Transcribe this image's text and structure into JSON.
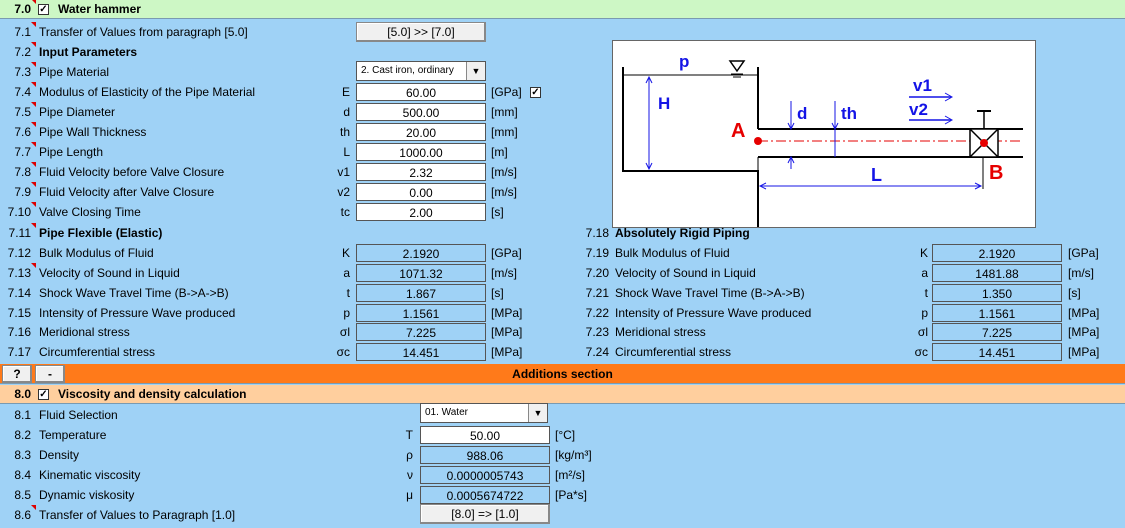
{
  "s7": {
    "num": "7.0",
    "title": "Water hammer",
    "transfer": {
      "num": "7.1",
      "label": "Transfer of Values from paragraph [5.0]",
      "button": "[5.0] >> [7.0]"
    },
    "input_head": {
      "num": "7.2",
      "label": "Input Parameters"
    },
    "rows": [
      {
        "num": "7.3",
        "label": "Pipe Material",
        "sym": "",
        "value": "2. Cast iron, ordinary",
        "unit": ""
      },
      {
        "num": "7.4",
        "label": "Modulus of Elasticity of the Pipe Material",
        "sym": "E",
        "value": "60.00",
        "unit": "[GPa]"
      },
      {
        "num": "7.5",
        "label": "Pipe Diameter",
        "sym": "d",
        "value": "500.00",
        "unit": "[mm]"
      },
      {
        "num": "7.6",
        "label": "Pipe Wall Thickness",
        "sym": "th",
        "value": "20.00",
        "unit": "[mm]"
      },
      {
        "num": "7.7",
        "label": "Pipe Length",
        "sym": "L",
        "value": "1000.00",
        "unit": "[m]"
      },
      {
        "num": "7.8",
        "label": "Fluid Velocity before Valve Closure",
        "sym": "v1",
        "value": "2.32",
        "unit": "[m/s]"
      },
      {
        "num": "7.9",
        "label": "Fluid Velocity after Valve Closure",
        "sym": "v2",
        "value": "0.00",
        "unit": "[m/s]"
      },
      {
        "num": "7.10",
        "label": "Valve Closing Time",
        "sym": "tc",
        "value": "2.00",
        "unit": "[s]"
      }
    ],
    "flex_head": {
      "num": "7.11",
      "label": "Pipe Flexible (Elastic)"
    },
    "flex": [
      {
        "num": "7.12",
        "label": "Bulk Modulus of Fluid",
        "sym": "K",
        "value": "2.1920",
        "unit": "[GPa]"
      },
      {
        "num": "7.13",
        "label": "Velocity of Sound in Liquid",
        "sym": "a",
        "value": "1071.32",
        "unit": "[m/s]"
      },
      {
        "num": "7.14",
        "label": "Shock Wave Travel Time (B->A->B)",
        "sym": "t",
        "value": "1.867",
        "unit": "[s]"
      },
      {
        "num": "7.15",
        "label": "Intensity of Pressure Wave produced",
        "sym": "p",
        "value": "1.1561",
        "unit": "[MPa]"
      },
      {
        "num": "7.16",
        "label": "Meridional stress",
        "sym": "σl",
        "value": "7.225",
        "unit": "[MPa]"
      },
      {
        "num": "7.17",
        "label": "Circumferential stress",
        "sym": "σc",
        "value": "14.451",
        "unit": "[MPa]"
      }
    ],
    "rigid_head": {
      "num": "7.18",
      "label": "Absolutely Rigid Piping"
    },
    "rigid": [
      {
        "num": "7.19",
        "label": "Bulk Modulus of Fluid",
        "sym": "K",
        "value": "2.1920",
        "unit": "[GPa]"
      },
      {
        "num": "7.20",
        "label": "Velocity of Sound in Liquid",
        "sym": "a",
        "value": "1481.88",
        "unit": "[m/s]"
      },
      {
        "num": "7.21",
        "label": "Shock Wave Travel Time (B->A->B)",
        "sym": "t",
        "value": "1.350",
        "unit": "[s]"
      },
      {
        "num": "7.22",
        "label": "Intensity of Pressure Wave produced",
        "sym": "p",
        "value": "1.1561",
        "unit": "[MPa]"
      },
      {
        "num": "7.23",
        "label": "Meridional stress",
        "sym": "σl",
        "value": "7.225",
        "unit": "[MPa]"
      },
      {
        "num": "7.24",
        "label": "Circumferential stress",
        "sym": "σc",
        "value": "14.451",
        "unit": "[MPa]"
      }
    ]
  },
  "additions": {
    "help": "?",
    "minus": "-",
    "title": "Additions section"
  },
  "s8": {
    "num": "8.0",
    "title": "Viscosity and density calculation",
    "rows": [
      {
        "num": "8.1",
        "label": "Fluid Selection",
        "sym": "",
        "value": "01. Water",
        "unit": ""
      },
      {
        "num": "8.2",
        "label": "Temperature",
        "sym": "T",
        "value": "50.00",
        "unit": "[°C]"
      },
      {
        "num": "8.3",
        "label": "Density",
        "sym": "ρ",
        "value": "988.06",
        "unit": "[kg/m³]"
      },
      {
        "num": "8.4",
        "label": "Kinematic viscosity",
        "sym": "ν",
        "value": "0.0000005743",
        "unit": "[m²/s]"
      },
      {
        "num": "8.5",
        "label": "Dynamic viskosity",
        "sym": "μ",
        "value": "0.0005674722",
        "unit": "[Pa*s]"
      }
    ],
    "transfer": {
      "num": "8.6",
      "label": "Transfer of Values to Paragraph [1.0]",
      "button": "[8.0] => [1.0]"
    }
  },
  "diagram_labels": {
    "p": "p",
    "H": "H",
    "d": "d",
    "th": "th",
    "v1": "v1",
    "v2": "v2",
    "A": "A",
    "B": "B",
    "L": "L"
  },
  "colors": {
    "bg": "#9fd2f6",
    "green_band": "#cdf7c5",
    "orange_band": "#ffcf9e",
    "dark_orange": "#ff7a1a",
    "accent_blue": "#1414e6",
    "accent_red": "#e60000"
  }
}
